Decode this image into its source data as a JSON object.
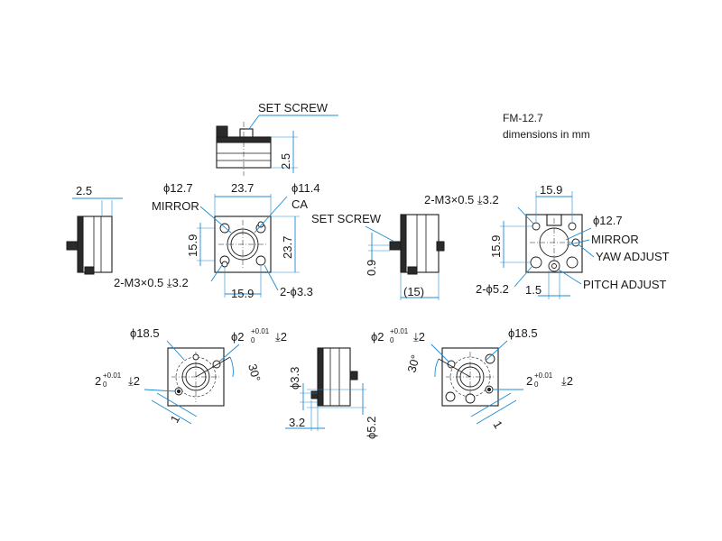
{
  "header": {
    "model": "FM-12.7",
    "units_note": "dimensions in mm"
  },
  "top_view": {
    "set_screw": "SET SCREW",
    "height": "2.5"
  },
  "left_side_view": {
    "thickness": "2.5"
  },
  "front_view": {
    "mirror_dia": "ϕ12.7",
    "mirror": "MIRROR",
    "width": "23.7",
    "ca_dia": "ϕ11.4",
    "ca": "CA",
    "hole_pitch_v": "15.9",
    "height": "23.7",
    "tap_holes": "2-M3×0.5 ⤓3.2",
    "hole_pitch_h": "15.9",
    "through_holes": "2-ϕ3.3"
  },
  "side_view": {
    "set_screw": "SET SCREW",
    "offset": "0.9",
    "depth": "(15)"
  },
  "rear_view": {
    "tap_holes": "2-M3×0.5 ⤓3.2",
    "hole_pitch_h": "15.9",
    "mirror_dia": "ϕ12.7",
    "mirror": "MIRROR",
    "hole_pitch_v": "15.9",
    "yaw": "YAW ADJUST",
    "counterbore": "2-ϕ5.2",
    "offset": "1.5",
    "pitch": "PITCH ADJUST"
  },
  "bottom_left_view": {
    "bolt_circle": "ϕ18.5",
    "pin_hole": "ϕ2",
    "pin_tol_upper": "+0.01",
    "pin_tol_lower": "0",
    "pin_depth": "⤓2",
    "angle": "30°",
    "side_pin": "2",
    "side_tol_upper": "+0.01",
    "side_tol_lower": "0",
    "side_depth": "⤓2",
    "spacing": "1"
  },
  "bottom_center_view": {
    "hole": "ϕ3.3",
    "offset": "3.2",
    "counterbore": "ϕ5.2"
  },
  "bottom_right_view": {
    "bolt_circle": "ϕ18.5",
    "pin_hole": "ϕ2",
    "pin_tol_upper": "+0.01",
    "pin_tol_lower": "0",
    "pin_depth": "⤓2",
    "angle": "30°",
    "side_pin": "2",
    "side_tol_upper": "+0.01",
    "side_tol_lower": "0",
    "side_depth": "⤓2",
    "spacing": "1"
  }
}
